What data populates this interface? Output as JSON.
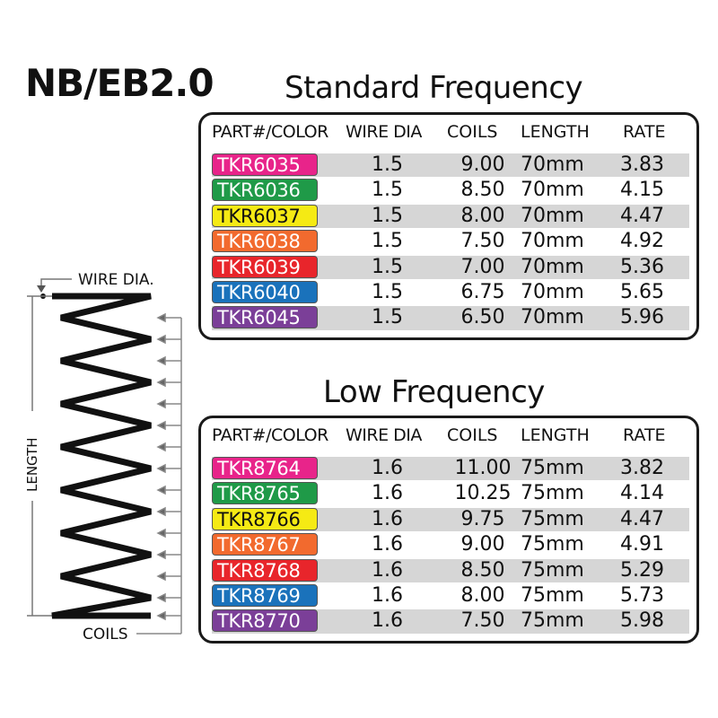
{
  "title": "NB/EB2.0",
  "headers": {
    "part": "PART#/COLOR",
    "wire": "WIRE DIA",
    "coils": "COILS",
    "length": "LENGTH",
    "rate": "RATE"
  },
  "standard": {
    "heading": "Standard Frequency",
    "rows": [
      {
        "part": "TKR6035",
        "color": "#e8248a",
        "text_color": "#ffffff",
        "wire": "1.5",
        "coils": "9.00",
        "length": "70mm",
        "rate": "3.83"
      },
      {
        "part": "TKR6036",
        "color": "#1f9a48",
        "text_color": "#ffffff",
        "wire": "1.5",
        "coils": "8.50",
        "length": "70mm",
        "rate": "4.15"
      },
      {
        "part": "TKR6037",
        "color": "#f5ea14",
        "text_color": "#111111",
        "wire": "1.5",
        "coils": "8.00",
        "length": "70mm",
        "rate": "4.47"
      },
      {
        "part": "TKR6038",
        "color": "#f26a2e",
        "text_color": "#ffffff",
        "wire": "1.5",
        "coils": "7.50",
        "length": "70mm",
        "rate": "4.92"
      },
      {
        "part": "TKR6039",
        "color": "#e8252b",
        "text_color": "#ffffff",
        "wire": "1.5",
        "coils": "7.00",
        "length": "70mm",
        "rate": "5.36"
      },
      {
        "part": "TKR6040",
        "color": "#1a72bb",
        "text_color": "#ffffff",
        "wire": "1.5",
        "coils": "6.75",
        "length": "70mm",
        "rate": "5.65"
      },
      {
        "part": "TKR6045",
        "color": "#7b3f98",
        "text_color": "#ffffff",
        "wire": "1.5",
        "coils": "6.50",
        "length": "70mm",
        "rate": "5.96"
      }
    ]
  },
  "low": {
    "heading": "Low Frequency",
    "rows": [
      {
        "part": "TKR8764",
        "color": "#e8248a",
        "text_color": "#ffffff",
        "wire": "1.6",
        "coils": "11.00",
        "length": "75mm",
        "rate": "3.82"
      },
      {
        "part": "TKR8765",
        "color": "#1f9a48",
        "text_color": "#ffffff",
        "wire": "1.6",
        "coils": "10.25",
        "length": "75mm",
        "rate": "4.14"
      },
      {
        "part": "TKR8766",
        "color": "#f5ea14",
        "text_color": "#111111",
        "wire": "1.6",
        "coils": "9.75",
        "length": "75mm",
        "rate": "4.47"
      },
      {
        "part": "TKR8767",
        "color": "#f26a2e",
        "text_color": "#ffffff",
        "wire": "1.6",
        "coils": "9.00",
        "length": "75mm",
        "rate": "4.91"
      },
      {
        "part": "TKR8768",
        "color": "#e8252b",
        "text_color": "#ffffff",
        "wire": "1.6",
        "coils": "8.50",
        "length": "75mm",
        "rate": "5.29"
      },
      {
        "part": "TKR8769",
        "color": "#1a72bb",
        "text_color": "#ffffff",
        "wire": "1.6",
        "coils": "8.00",
        "length": "75mm",
        "rate": "5.73"
      },
      {
        "part": "TKR8770",
        "color": "#7b3f98",
        "text_color": "#ffffff",
        "wire": "1.6",
        "coils": "7.50",
        "length": "75mm",
        "rate": "5.98"
      }
    ]
  },
  "diagram": {
    "wire_label": "WIRE DIA.",
    "length_label": "LENGTH",
    "coils_label": "COILS"
  }
}
